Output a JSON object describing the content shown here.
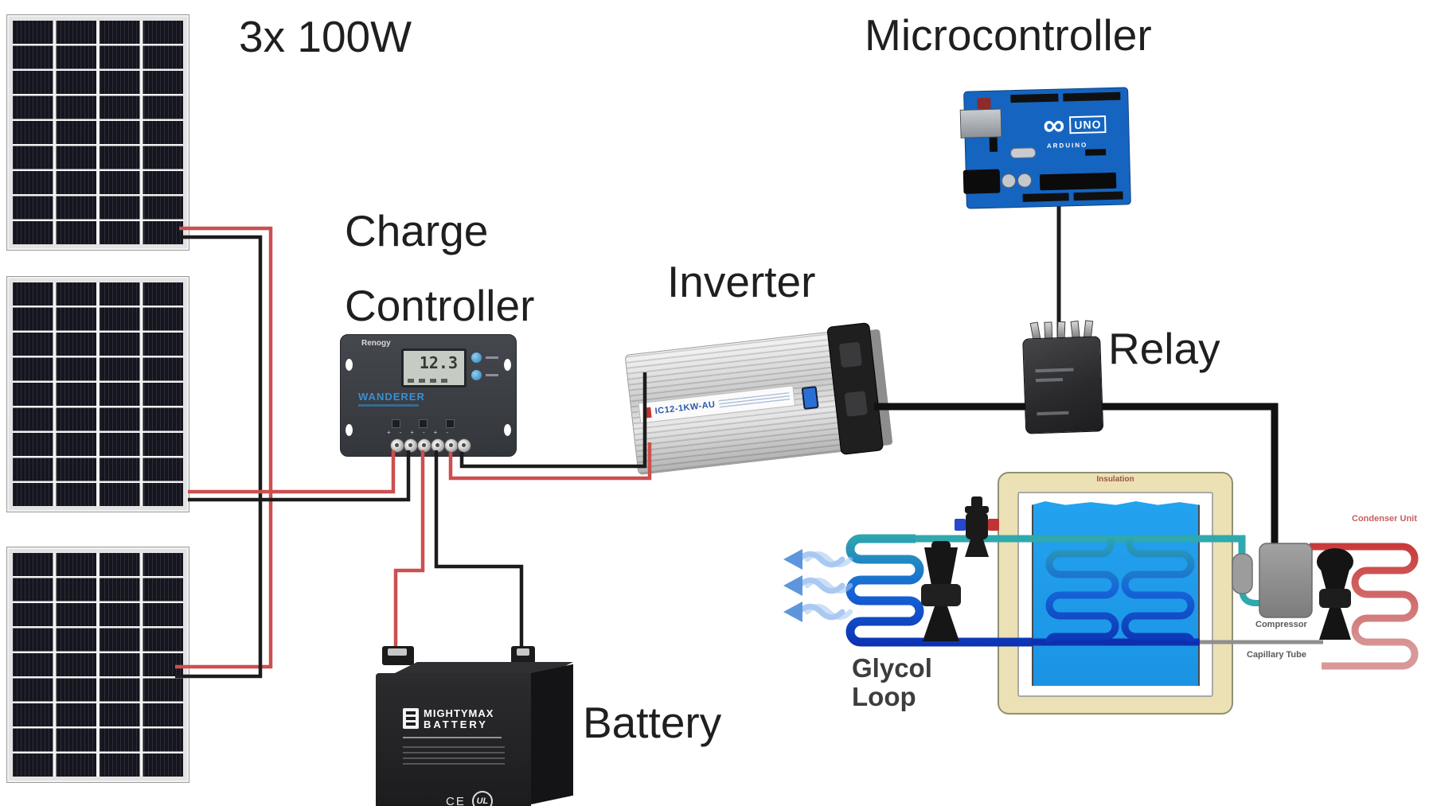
{
  "labels": {
    "solar": "3x 100W",
    "charge_line1": "Charge",
    "charge_line2": "Controller",
    "inverter": "Inverter",
    "microcontroller": "Microcontroller",
    "relay": "Relay",
    "battery": "Battery",
    "glycol_line1": "Glycol",
    "glycol_line2": "Loop",
    "insulation": "Insulation",
    "compressor": "Compressor",
    "capillary_tube": "Capillary Tube",
    "condenser_unit": "Condenser Unit"
  },
  "devices": {
    "charge_controller": {
      "brand": "Renogy",
      "model": "WANDERER",
      "display_value": "12.3"
    },
    "inverter": {
      "model": "IC12-1KW-AU"
    },
    "arduino": {
      "logo_symbol": "∞",
      "model": "UNO",
      "brand": "ARDUINO"
    },
    "battery": {
      "brand_line1": "MIGHTYMAX",
      "brand_line2": "BATTERY",
      "cert_1": "CE",
      "cert_2": "UL"
    }
  },
  "colors": {
    "label_dark": "#1f1f1f",
    "wire_red": "#cc4f4f",
    "wire_black": "#1c1c1c",
    "power_black": "#111111",
    "glycol_teal": "#2fa9ad",
    "glycol_mid": "#1565d8",
    "glycol_blue": "#0c2fb0",
    "condenser_red": "#c93636",
    "condenser_pink": "#d89898",
    "capillary_gray": "#8f8f8f",
    "water_blue": "#1b93e4",
    "insulation_tan": "#ece1b4",
    "arduino_blue": "#1565c0",
    "arrow_light": "#a9c9f2",
    "arrow_head": "#5e96dd"
  }
}
